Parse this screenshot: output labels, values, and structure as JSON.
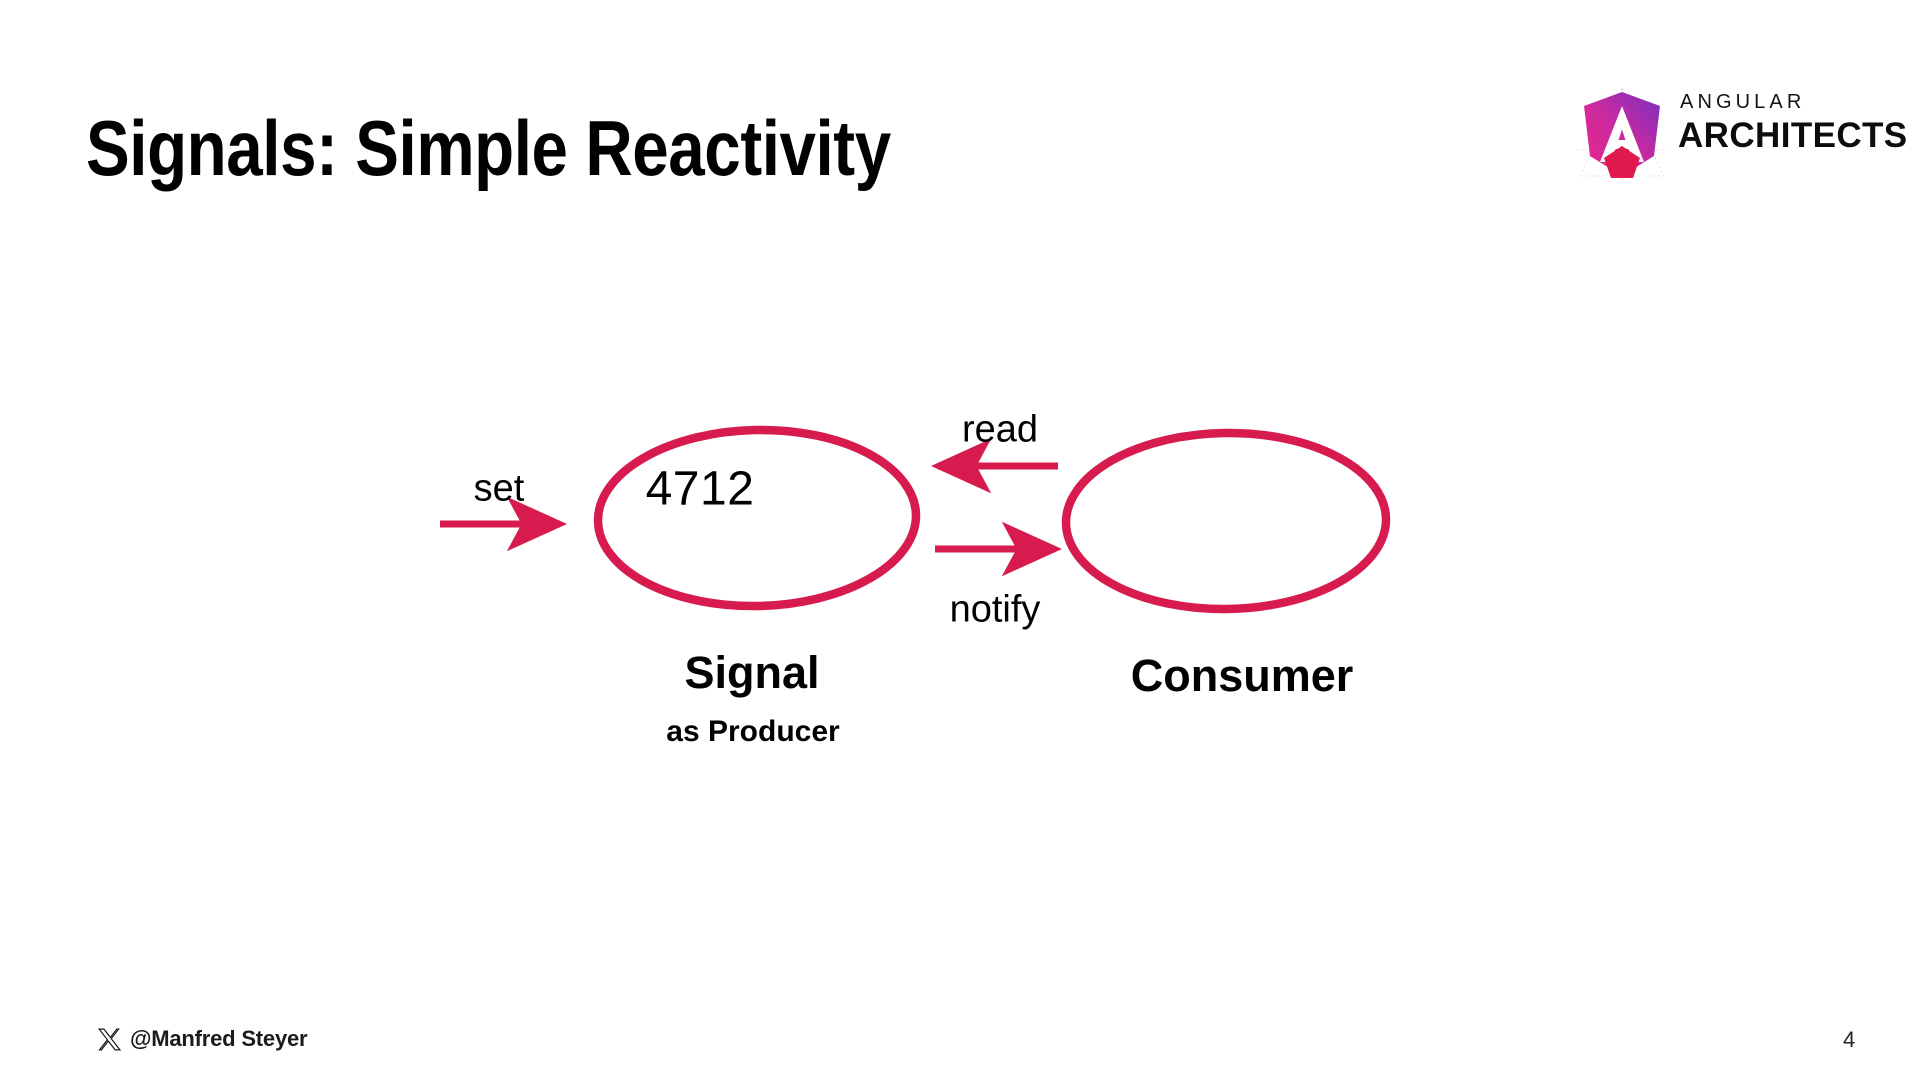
{
  "slide": {
    "title": "Signals: Simple Reactivity",
    "background_color": "#ffffff",
    "accent_color": "#D81B4E",
    "text_color": "#010101"
  },
  "brand": {
    "mark_name": "angular-architects-logo",
    "line_top": "ANGULAR",
    "line_bottom": "ARCHITECTS",
    "gradient_from": "#E5258B",
    "gradient_to": "#7B2FBE",
    "accent": "#E01A4E"
  },
  "diagram": {
    "accent_color": "#D81B4E",
    "nodes": [
      {
        "id": "signal",
        "value": "4712",
        "label": "Signal",
        "sublabel": "as Producer"
      },
      {
        "id": "consumer",
        "value": "",
        "label": "Consumer",
        "sublabel": ""
      }
    ],
    "arrows": [
      {
        "id": "set",
        "label": "set",
        "direction": "right",
        "from": "external",
        "to": "signal"
      },
      {
        "id": "read",
        "label": "read",
        "direction": "left",
        "from": "consumer",
        "to": "signal"
      },
      {
        "id": "notify",
        "label": "notify",
        "direction": "right",
        "from": "signal",
        "to": "consumer"
      }
    ]
  },
  "footer": {
    "icon_name": "x-twitter-icon",
    "handle": "@Manfred Steyer",
    "page_number": "4"
  }
}
